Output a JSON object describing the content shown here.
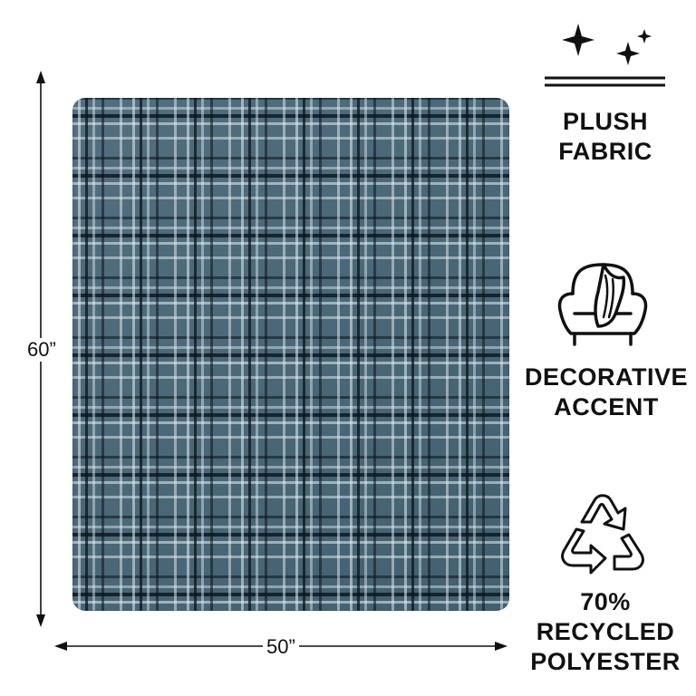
{
  "product": {
    "pattern": "blue plaid fleece blanket",
    "colors": {
      "base": "#4b6a7c",
      "light_stripe": "#dfe9ee",
      "dark_stripe": "#141c22"
    }
  },
  "dimensions": {
    "height": "60”",
    "width": "50”"
  },
  "features": [
    {
      "icon": "sparkles-icon",
      "line1": "PLUSH",
      "line2": "FABRIC"
    },
    {
      "icon": "armchair-blanket-icon",
      "line1": "DECORATIVE",
      "line2": "ACCENT"
    },
    {
      "icon": "recycle-icon",
      "line1": "70%",
      "line2": "RECYCLED",
      "line3": "POLYESTER"
    }
  ]
}
